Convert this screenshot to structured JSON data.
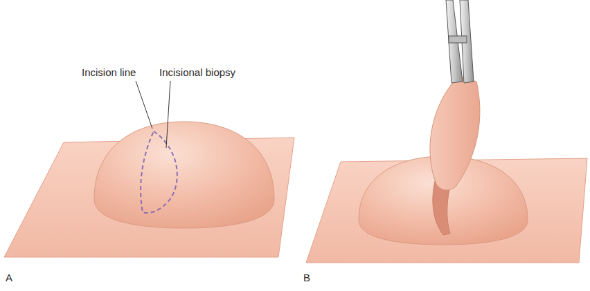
{
  "diagram": {
    "labels": [
      "Incision line",
      "Incisional biopsy",
      "A",
      "B"
    ]
  }
}
